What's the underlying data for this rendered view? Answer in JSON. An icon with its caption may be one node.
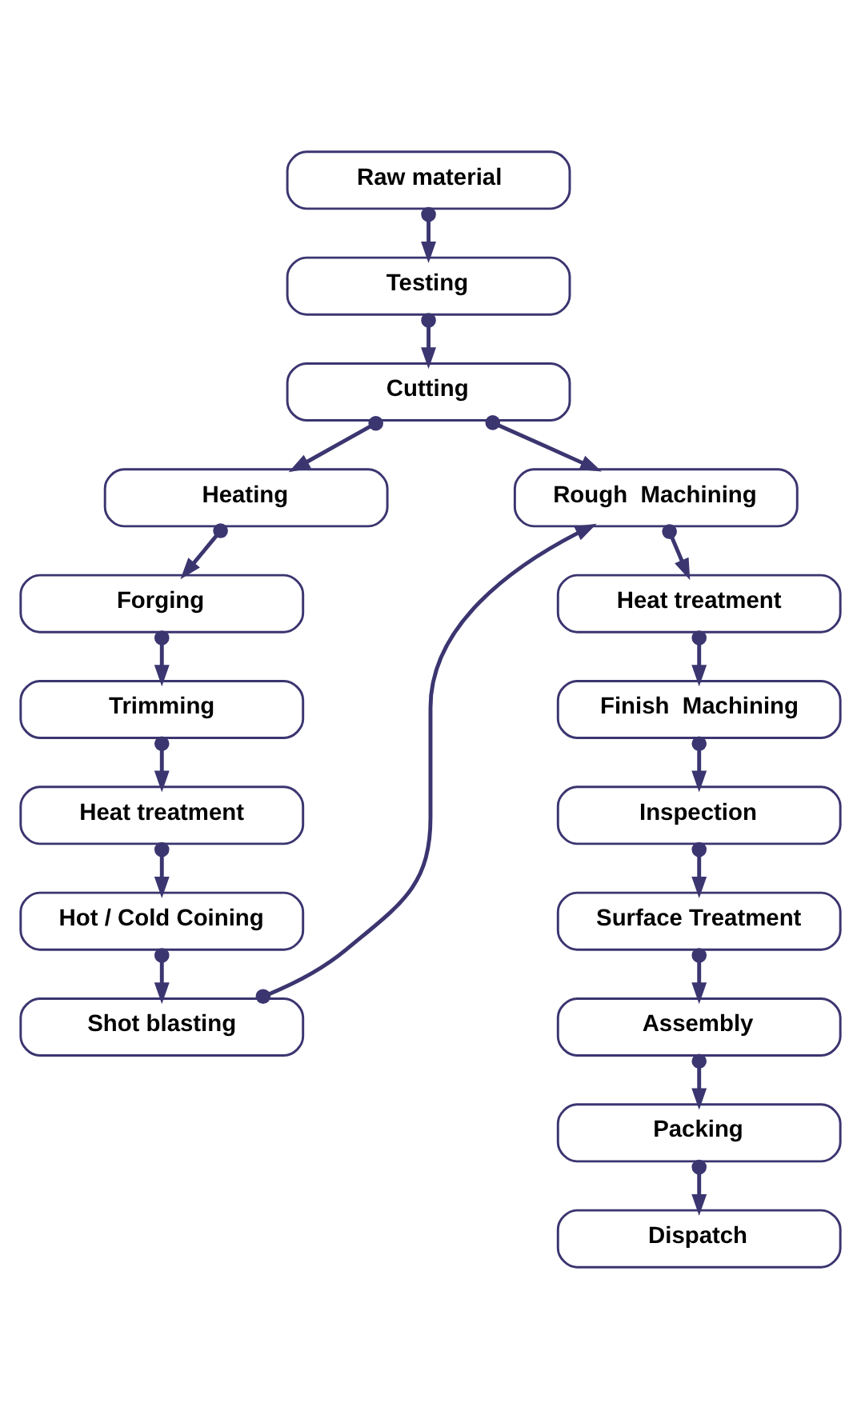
{
  "diagram": {
    "nodes": [
      {
        "text": [
          "Raw material"
        ]
      },
      {
        "text": [
          "Testing"
        ]
      },
      {
        "text": [
          "Cutting"
        ]
      },
      {
        "text": [
          "Heating"
        ]
      },
      {
        "text": [
          "Forging"
        ]
      },
      {
        "text": [
          "Trimming"
        ]
      },
      {
        "text": [
          "Heat treatment"
        ]
      },
      {
        "text": [
          "Hot / Cold Coining"
        ]
      },
      {
        "text": [
          "Shot blasting"
        ]
      },
      {
        "text": [
          "Rough  Machining"
        ]
      },
      {
        "text": [
          "Heat treatment"
        ]
      },
      {
        "text": [
          "Finish  Machining"
        ]
      },
      {
        "text": [
          "Inspection"
        ]
      },
      {
        "text": [
          "Surface Treatment"
        ]
      },
      {
        "text": [
          "Assembly"
        ]
      },
      {
        "text": [
          "Packing"
        ]
      },
      {
        "text": [
          "Dispatch"
        ]
      }
    ],
    "edges": [
      {
        "from": 0,
        "to": 1,
        "arrow": "to"
      },
      {
        "from": 1,
        "to": 2,
        "arrow": "to"
      },
      {
        "from": 2,
        "to": 3,
        "arrow": "to"
      },
      {
        "from": 2,
        "to": 9,
        "arrow": "to"
      },
      {
        "from": 3,
        "to": 4,
        "arrow": "to"
      },
      {
        "from": 4,
        "to": 5,
        "arrow": "to"
      },
      {
        "from": 5,
        "to": 6,
        "arrow": "to"
      },
      {
        "from": 6,
        "to": 7,
        "arrow": "to"
      },
      {
        "from": 7,
        "to": 8,
        "arrow": "to"
      },
      {
        "from": 8,
        "to": 9,
        "arrow": "to"
      },
      {
        "from": 9,
        "to": 10,
        "arrow": "to"
      },
      {
        "from": 10,
        "to": 11,
        "arrow": "to"
      },
      {
        "from": 11,
        "to": 12,
        "arrow": "to"
      },
      {
        "from": 12,
        "to": 13,
        "arrow": "to"
      },
      {
        "from": 13,
        "to": 14,
        "arrow": "to"
      },
      {
        "from": 14,
        "to": 15,
        "arrow": "to"
      },
      {
        "from": 15,
        "to": 16,
        "arrow": "to"
      }
    ]
  }
}
